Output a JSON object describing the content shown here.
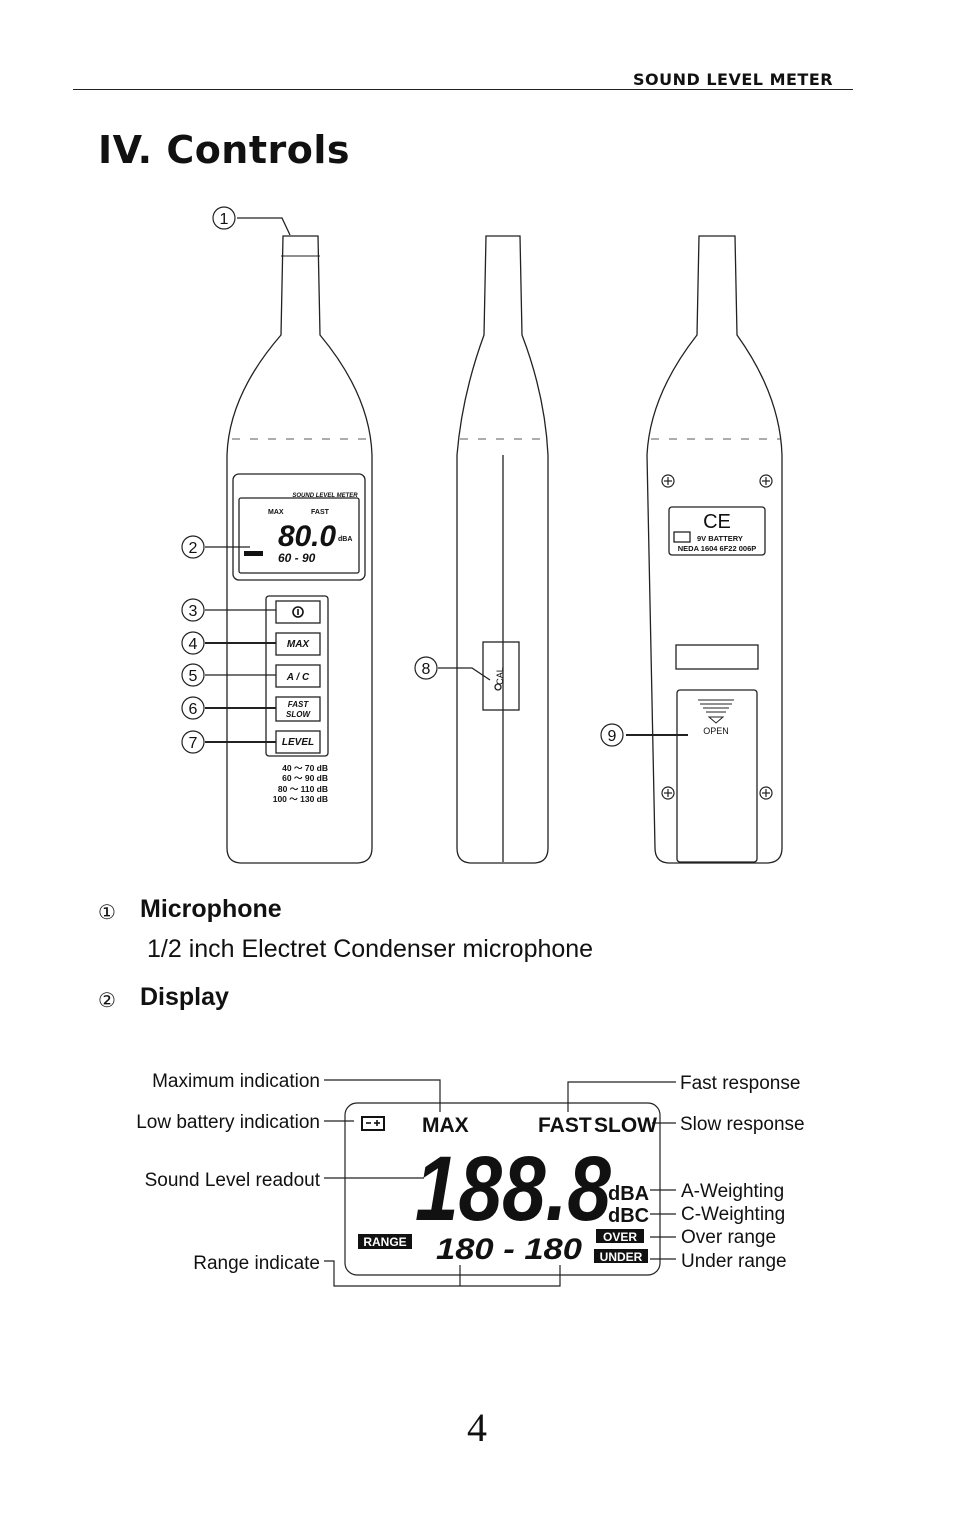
{
  "header": {
    "title": "SOUND LEVEL METER"
  },
  "section": {
    "title": "IV. Controls"
  },
  "device": {
    "callouts": [
      "1",
      "2",
      "3",
      "4",
      "5",
      "6",
      "7",
      "8",
      "9"
    ],
    "lcd_brand": "SOUND LEVEL METER",
    "lcd_max": "MAX",
    "lcd_fast": "FAST",
    "lcd_reading": "80.0",
    "lcd_unit": "dBA",
    "lcd_range": "60 - 90",
    "buttons": {
      "power_symbol": "⏻",
      "max": "MAX",
      "ac": "A / C",
      "fast": "FAST",
      "slow": "SLOW",
      "level": "LEVEL"
    },
    "ranges": [
      "40 ～  70 dB",
      "60 ～  90 dB",
      "80 ～ 110 dB",
      "100 ～ 130 dB"
    ],
    "cal_label": "CAL",
    "battery_label": "9V  BATTERY",
    "battery_spec": "NEDA 1604  6F22  006P",
    "ce_mark": "CE",
    "open_label": "OPEN"
  },
  "items": [
    {
      "num": "①",
      "title": "Microphone",
      "desc": "1/2 inch Electret Condenser microphone"
    },
    {
      "num": "②",
      "title": "Display",
      "desc": ""
    }
  ],
  "display_diagram": {
    "labels_left": {
      "max_ind": "Maximum indication",
      "low_batt": "Low battery indication",
      "readout": "Sound Level readout",
      "range": "Range indicate"
    },
    "labels_right": {
      "fast": "Fast response",
      "slow": "Slow response",
      "a_weight": "A-Weighting",
      "c_weight": "C-Weighting",
      "over": "Over range",
      "under": "Under range"
    },
    "lcd": {
      "max": "MAX",
      "fast": "FAST",
      "slow": "SLOW",
      "digits": "188.8",
      "dba": "dBA",
      "dbc": "dBC",
      "range_badge": "RANGE",
      "range_digits": "180 - 180",
      "over_badge": "OVER",
      "under_badge": "UNDER"
    }
  },
  "page": {
    "number": "4"
  }
}
